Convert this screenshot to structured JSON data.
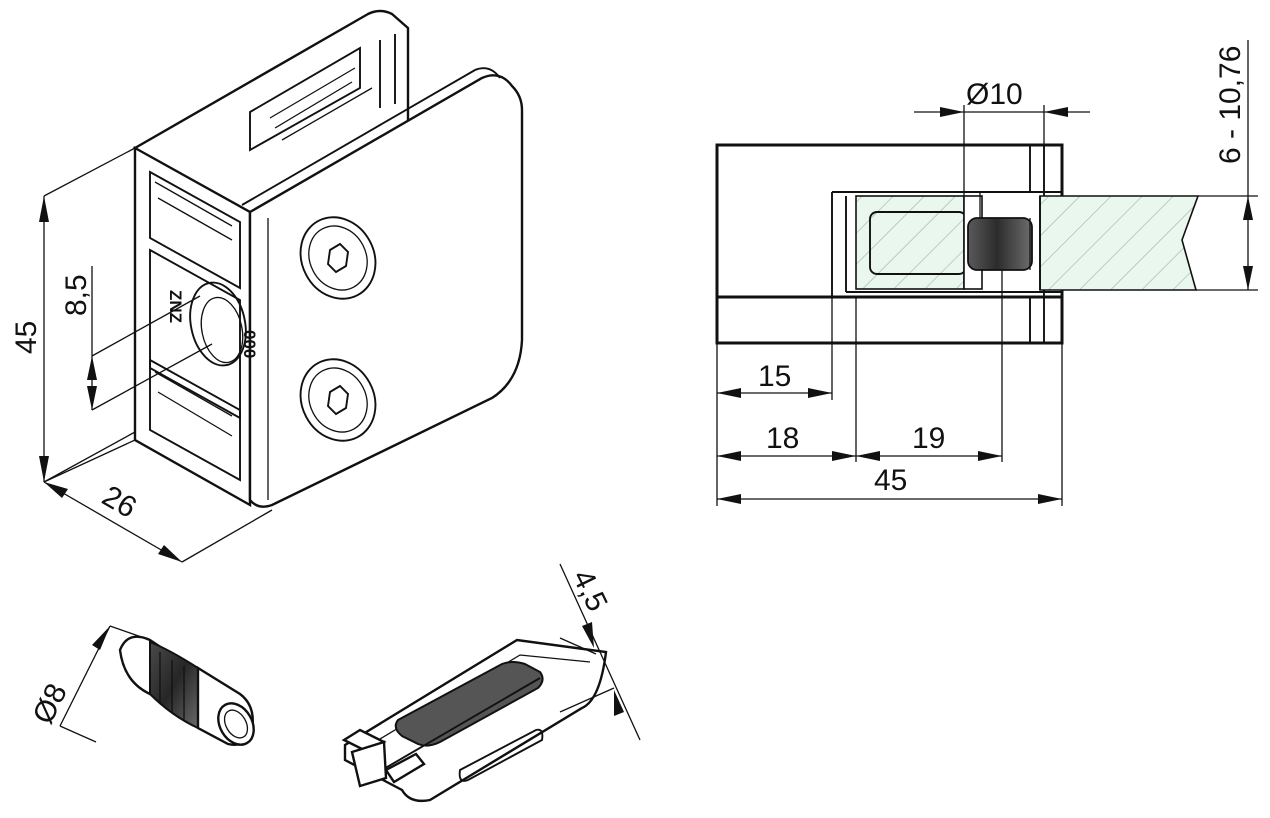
{
  "dimensions": {
    "height_main": "45",
    "hole_offset": "8,5",
    "depth": "26",
    "pin_diameter": "Ø8",
    "wedge_thickness": "4,5",
    "bore_diameter": "Ø10",
    "glass_range": "6 - 10,76",
    "bottom_15": "15",
    "bottom_18": "18",
    "bottom_19": "19",
    "overall_45": "45"
  },
  "markings": {
    "line1": "ZNZ",
    "line2": "000"
  },
  "colors": {
    "glass_fill": "#eaf7ef",
    "hatch": "#9ab3a2",
    "rubber_dark": "#3d3d3d",
    "rubber_mid": "#6d6d6d",
    "line": "#111111"
  }
}
